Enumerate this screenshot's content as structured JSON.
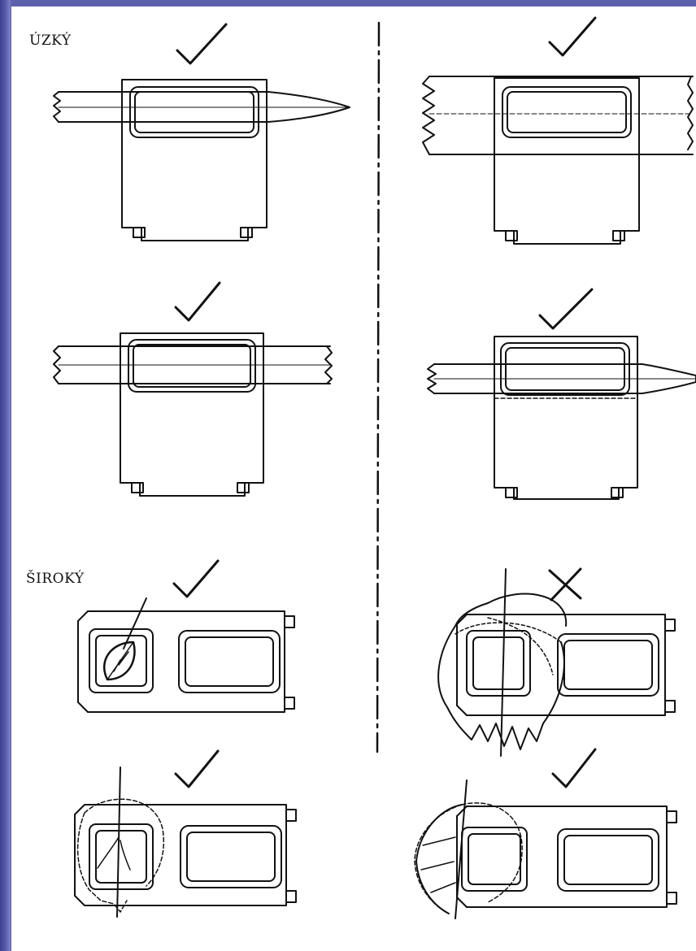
{
  "labels": {
    "narrow": "ÚZKÝ",
    "wide": "ŠIROKÝ"
  },
  "colors": {
    "slide_background": "#4a4e9a",
    "panel": "#ffffff",
    "ink": "#111111"
  },
  "panels": [
    {
      "id": "narrow-top-left",
      "status": "correct",
      "icon": "check-mark-icon"
    },
    {
      "id": "narrow-top-right",
      "status": "correct",
      "icon": "check-mark-icon"
    },
    {
      "id": "narrow-middle-left",
      "status": "correct",
      "icon": "check-mark-icon"
    },
    {
      "id": "narrow-middle-right",
      "status": "correct",
      "icon": "check-mark-icon"
    },
    {
      "id": "wide-top-left",
      "status": "correct",
      "icon": "check-mark-icon"
    },
    {
      "id": "wide-top-right",
      "status": "incorrect",
      "icon": "cross-mark-icon"
    },
    {
      "id": "wide-bottom-left",
      "status": "correct",
      "icon": "check-mark-icon"
    },
    {
      "id": "wide-bottom-right",
      "status": "correct",
      "icon": "check-mark-icon"
    }
  ]
}
